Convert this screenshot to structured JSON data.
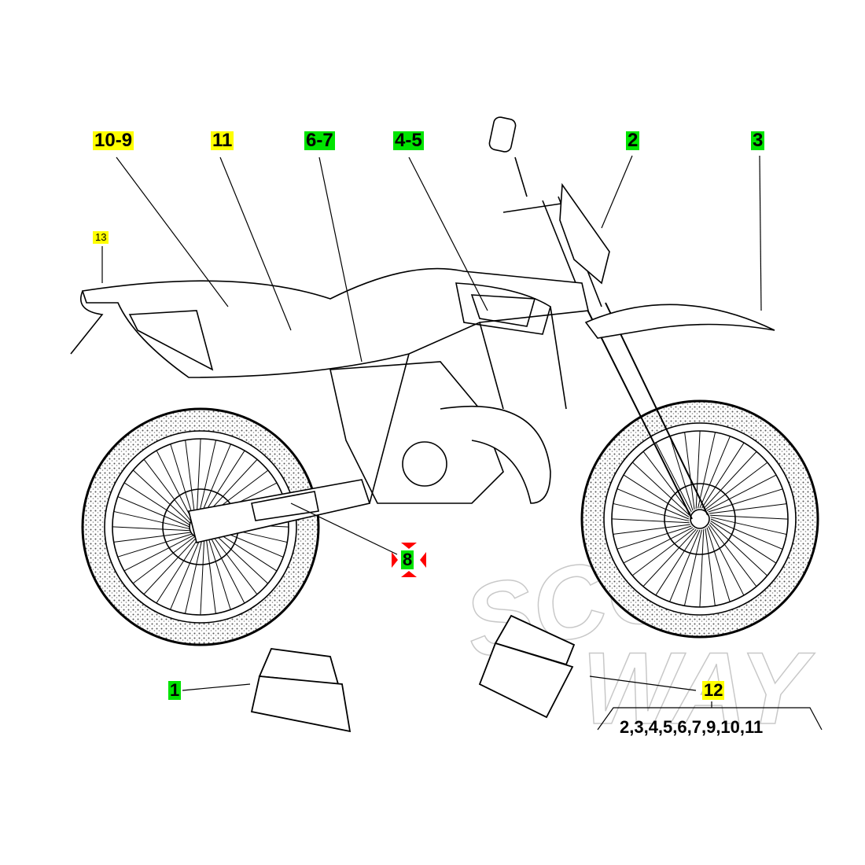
{
  "watermark": "SCOOTWAY",
  "callouts": [
    {
      "id": "10-9",
      "label": "10-9",
      "highlight": "#ffff00"
    },
    {
      "id": "11",
      "label": "11",
      "highlight": "#ffff00"
    },
    {
      "id": "6-7",
      "label": "6-7",
      "highlight": "#00e400"
    },
    {
      "id": "4-5",
      "label": "4-5",
      "highlight": "#00e400"
    },
    {
      "id": "2",
      "label": "2",
      "highlight": "#00e400"
    },
    {
      "id": "3",
      "label": "3",
      "highlight": "#00e400"
    },
    {
      "id": "13",
      "label": "13",
      "highlight": "#ffff00"
    },
    {
      "id": "8",
      "label": "8",
      "highlight": "#00e400"
    },
    {
      "id": "1",
      "label": "1",
      "highlight": "#00e400"
    },
    {
      "id": "12",
      "label": "12",
      "highlight": "#ffff00"
    }
  ],
  "kit_contents": "2,3,4,5,6,7,9,10,11",
  "colors": {
    "yellow": "#ffff00",
    "green": "#00e400",
    "marker": "#ff0000"
  }
}
